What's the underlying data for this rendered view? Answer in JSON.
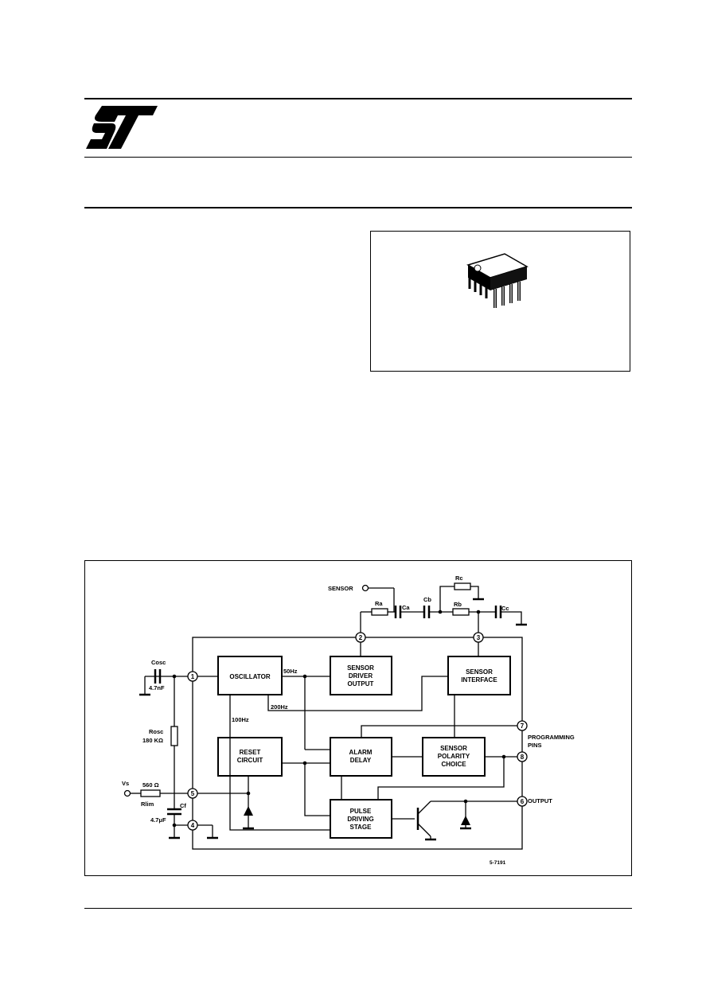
{
  "colors": {
    "ink": "#000000",
    "paper": "#ffffff"
  },
  "logo": {
    "icon": "st-logo-icon"
  },
  "package": {
    "icon": "dip8-package-icon"
  },
  "diagram": {
    "blocks": {
      "oscillator": [
        "OSCILLATOR"
      ],
      "sensor_driver": [
        "SENSOR",
        "DRIVER",
        "OUTPUT"
      ],
      "sensor_interface": [
        "SENSOR",
        "INTERFACE"
      ],
      "reset": [
        "RESET",
        "CIRCUIT"
      ],
      "alarm_delay": [
        "ALARM",
        "DELAY"
      ],
      "polarity": [
        "SENSOR",
        "POLARITY",
        "CHOICE"
      ],
      "pulse": [
        "PULSE",
        "DRIVING",
        "STAGE"
      ]
    },
    "pins": [
      "1",
      "2",
      "3",
      "4",
      "5",
      "6",
      "7",
      "8"
    ],
    "labels": {
      "sensor": "SENSOR",
      "ra": "Ra",
      "ca": "Ca",
      "cb": "Cb",
      "rb": "Rb",
      "rc": "Rc",
      "cc": "Cc",
      "cosc": "Cosc",
      "cosc_val": "4.7nF",
      "rosc": "Rosc",
      "rosc_val": "180 KΩ",
      "vs": "Vs",
      "rlim_val": "560 Ω",
      "rlim": "Rlim",
      "cf": "Cf",
      "cf_val": "4.7μF",
      "f50": "50Hz",
      "f200": "200Hz",
      "f100": "100Hz",
      "prog1": "PROGRAMMING",
      "prog2": "PINS",
      "output": "OUTPUT",
      "ref": "5-7191"
    }
  }
}
